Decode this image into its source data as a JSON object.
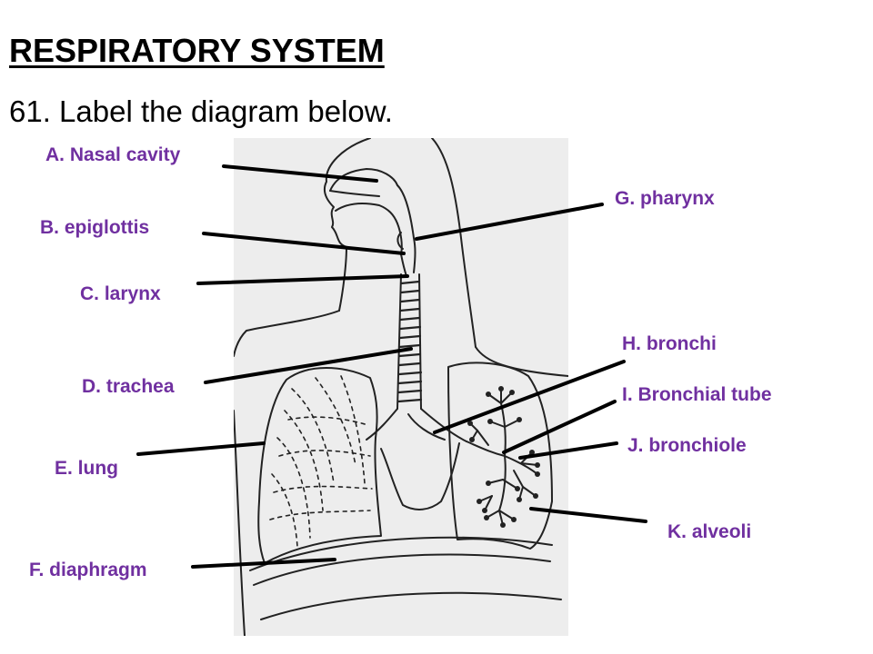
{
  "title": "RESPIRATORY SYSTEM",
  "instruction": "61. Label the diagram below.",
  "label_color": "#7030A0",
  "labels": [
    {
      "id": "A",
      "text": "A. Nasal cavity"
    },
    {
      "id": "B",
      "text": "B. epiglottis"
    },
    {
      "id": "C",
      "text": "C. larynx"
    },
    {
      "id": "D",
      "text": "D. trachea"
    },
    {
      "id": "E",
      "text": "E. lung"
    },
    {
      "id": "F",
      "text": "F. diaphragm"
    },
    {
      "id": "G",
      "text": "G. pharynx"
    },
    {
      "id": "H",
      "text": "H. bronchi"
    },
    {
      "id": "I",
      "text": "I. Bronchial tube"
    },
    {
      "id": "J",
      "text": "J. bronchiole"
    },
    {
      "id": "K",
      "text": "K. alveoli"
    }
  ]
}
